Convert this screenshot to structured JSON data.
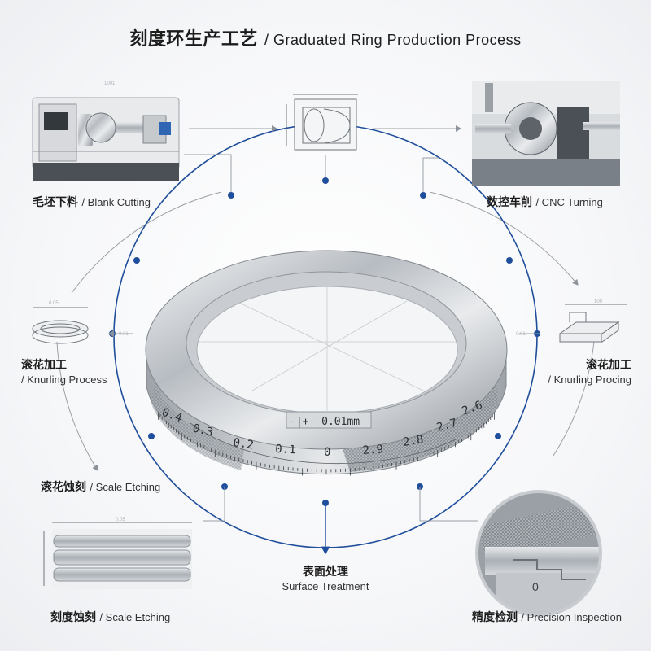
{
  "title": {
    "zh": "刻度环生产工艺",
    "en": "/ Graduated Ring Production Process"
  },
  "steps": [
    {
      "zh": "毛坯下料",
      "en": "/ Blank Cutting"
    },
    {
      "zh": "数控车削",
      "en": "/ CNC Turning"
    },
    {
      "zh": "滚花加工",
      "en": "/ Knurling Process"
    },
    {
      "zh": "滚花加工",
      "en": "/ Knurling Procing"
    },
    {
      "zh": "滚花蚀刻",
      "en": "/ Scale Etching"
    },
    {
      "zh": "表面处理",
      "en": "Surface Treatment"
    },
    {
      "zh": "刻度蚀刻",
      "en": "/ Scale Etching"
    },
    {
      "zh": "精度检测",
      "en": "/ Precision Inspection"
    }
  ],
  "ring": {
    "band_label": "-|+- 0.01mm",
    "scale_labels": [
      "0.4",
      "0.3",
      "0.2",
      "0.1",
      "0",
      "2.9",
      "2.8",
      "2.7",
      "2.6"
    ]
  },
  "colors": {
    "accent": "#1f4e9c",
    "steel": "#b9bec4",
    "arrow": "#8c9299"
  }
}
